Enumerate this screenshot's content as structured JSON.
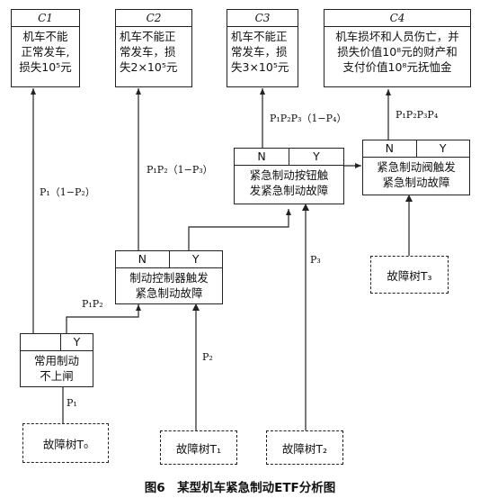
{
  "consequences": [
    {
      "id": "C1",
      "lines": [
        "机车不能",
        "正常发车,",
        "损失10⁵元"
      ]
    },
    {
      "id": "C2",
      "lines": [
        "机车不能正",
        "常发车，损",
        "失2×10⁵元"
      ]
    },
    {
      "id": "C3",
      "lines": [
        "机车不能正",
        "常发车，损",
        "失3×10⁵元"
      ]
    },
    {
      "id": "C4",
      "lines": [
        "机车损坏和人员伤亡，并",
        "损失价值10⁸元的财产和",
        "支付价值10⁸元抚恤金"
      ]
    }
  ],
  "events": {
    "e1": {
      "n": "",
      "y": "Y",
      "lines": [
        "常用制动",
        "不上闸"
      ]
    },
    "e2": {
      "n": "N",
      "y": "Y",
      "lines": [
        "制动控制器触发",
        "紧急制动故障"
      ]
    },
    "e3": {
      "n": "N",
      "y": "Y",
      "lines": [
        "紧急制动按钮触",
        "发紧急制动故障"
      ]
    },
    "e4": {
      "n": "N",
      "y": "Y",
      "lines": [
        "紧急制动阀触发",
        "紧急制动故障"
      ]
    }
  },
  "fault_trees": [
    "故障树T₀",
    "故障树T₁",
    "故障树T₂",
    "故障树T₃"
  ],
  "labels": {
    "p1_c1": "P₁（1−P₂）",
    "p1p2_c2": "P₁P₂（1−P₃）",
    "p1p2p3_c3": "P₁P₂P₃（1−P₄）",
    "p1p2p3p4_c4": "P₁P₂P₃P₄",
    "p1p2": "P₁P₂",
    "p1": "P₁",
    "p2": "P₂",
    "p3": "P₃"
  },
  "caption": "图6　某型机车紧急制动ETF分析图"
}
